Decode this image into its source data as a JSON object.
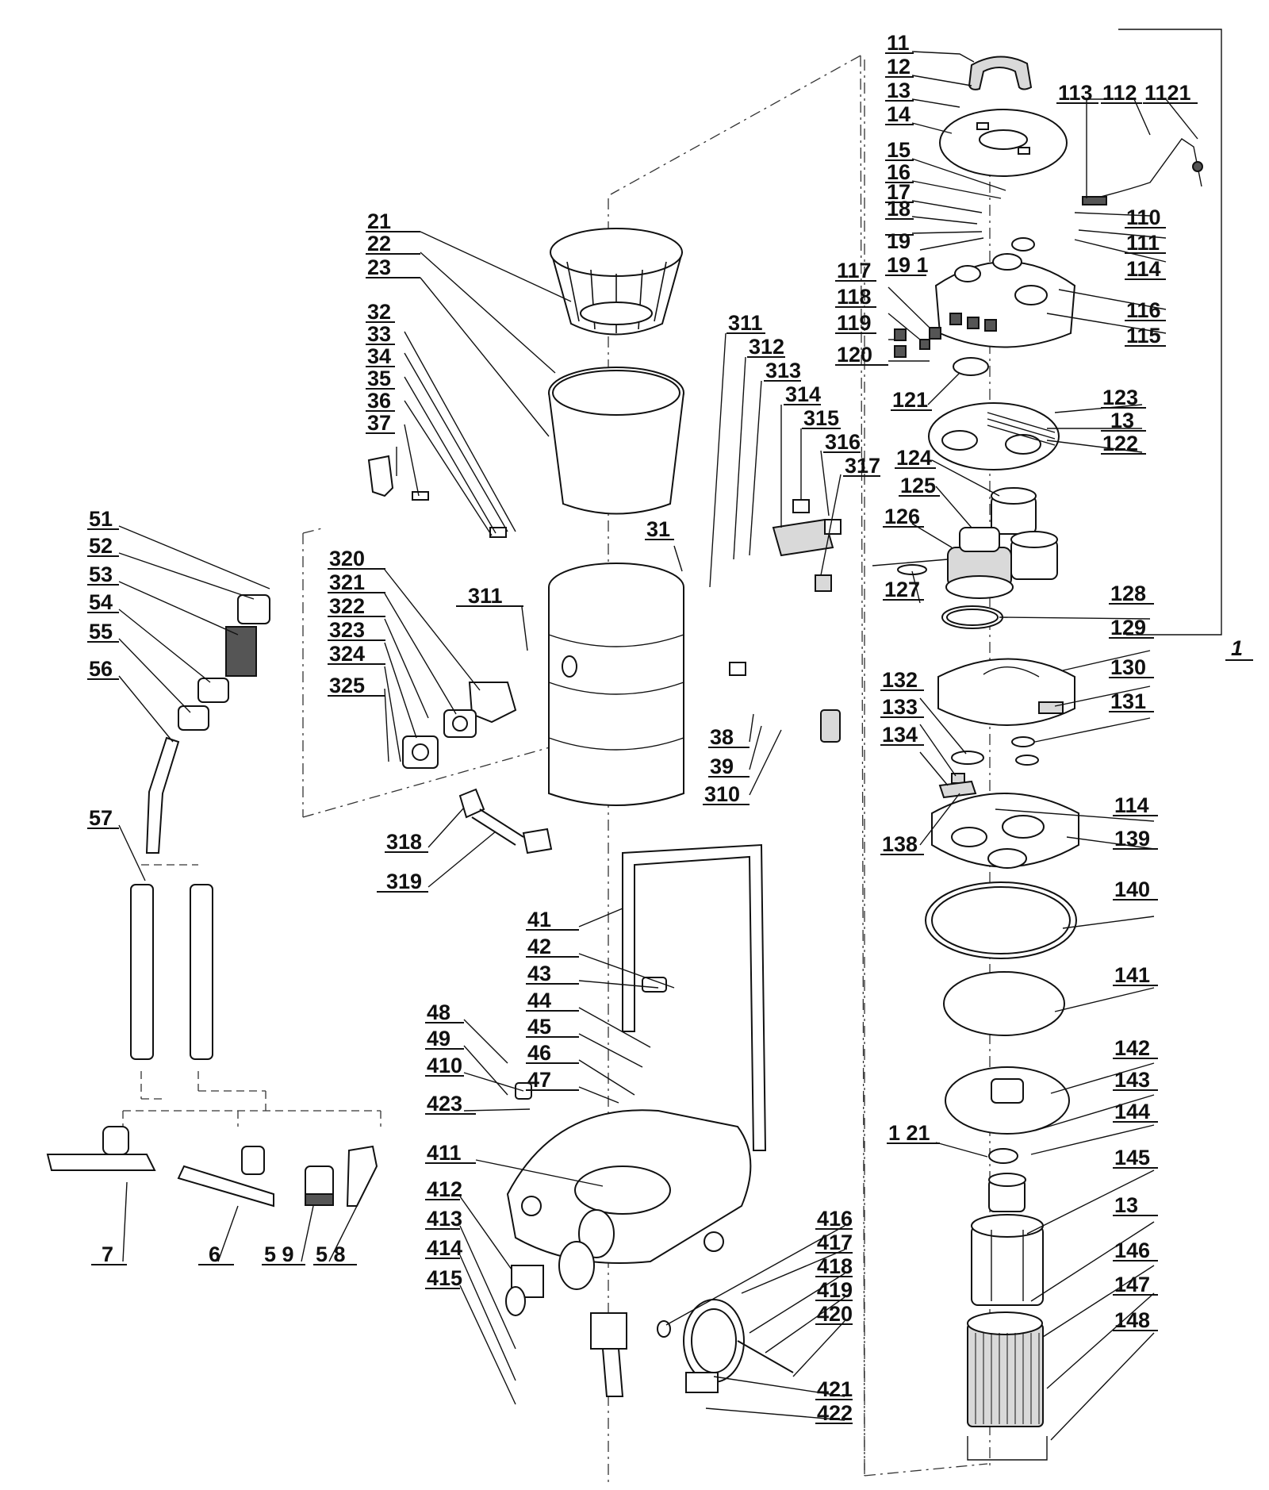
{
  "labels": {
    "l11": "11",
    "l12": "12",
    "l13a": "13",
    "l14": "14",
    "l15": "15",
    "l16": "16",
    "l17": "17",
    "l18": "18",
    "l19": "19",
    "l191": "19 1",
    "l113": "113",
    "l112": "112",
    "l1121": "1121",
    "l110": "110",
    "l111": "111",
    "l114a": "114",
    "l116": "116",
    "l115": "115",
    "l117": "117",
    "l118": "118",
    "l119": "119",
    "l120": "120",
    "l121": "121",
    "l123": "123",
    "l13b": "13",
    "l122": "122",
    "l124": "124",
    "l125": "125",
    "l126": "126",
    "l127": "127",
    "l128": "128",
    "l129": "129",
    "l130": "130",
    "l131": "131",
    "l132": "132",
    "l133": "133",
    "l134": "134",
    "l114b": "114",
    "l138": "138",
    "l139": "139",
    "l140": "140",
    "l141": "141",
    "l142": "142",
    "l143": "143",
    "l144": "144",
    "l1_21": "1 21",
    "l145": "145",
    "l13c": "13",
    "l146": "146",
    "l147": "147",
    "l148": "148",
    "l1": "1",
    "l21": "21",
    "l22": "22",
    "l23": "23",
    "l32": "32",
    "l33": "33",
    "l34": "34",
    "l35": "35",
    "l36": "36",
    "l37": "37",
    "l311a": "311",
    "l312": "312",
    "l313": "313",
    "l314": "314",
    "l315": "315",
    "l316": "316",
    "l317": "317",
    "l31": "31",
    "l311b": "311",
    "l320": "320",
    "l321": "321",
    "l322": "322",
    "l323": "323",
    "l324": "324",
    "l325": "325",
    "l38": "38",
    "l39": "39",
    "l310": "310",
    "l318": "318",
    "l319": "319",
    "l51": "51",
    "l52": "52",
    "l53": "53",
    "l54": "54",
    "l55": "55",
    "l56": "56",
    "l57": "57",
    "l7": "7",
    "l6": "6",
    "l59": "5 9",
    "l58": "5 8",
    "l41": "41",
    "l42": "42",
    "l43": "43",
    "l44": "44",
    "l45": "45",
    "l46": "46",
    "l47": "47",
    "l48": "48",
    "l49": "49",
    "l410": "410",
    "l423": "423",
    "l411": "411",
    "l412": "412",
    "l413": "413",
    "l414": "414",
    "l415": "415",
    "l416": "416",
    "l417": "417",
    "l418": "418",
    "l419": "419",
    "l420": "420",
    "l421": "421",
    "l422": "422"
  }
}
